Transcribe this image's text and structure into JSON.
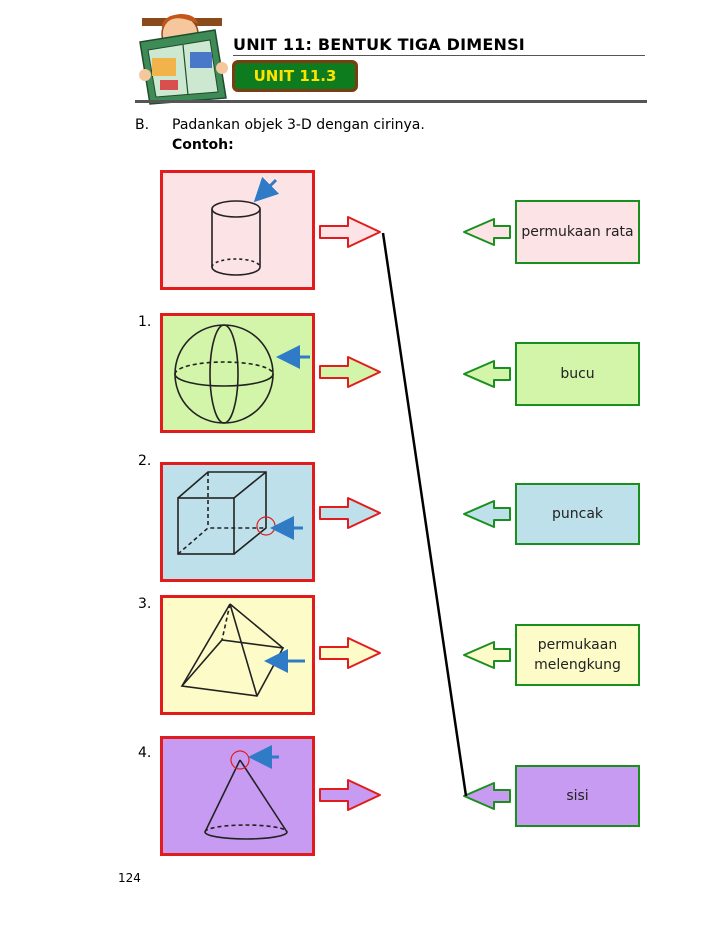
{
  "header": {
    "title": "UNIT 11: BENTUK TIGA DIMENSI",
    "unit_badge": "UNIT 11.3"
  },
  "instruction": {
    "letter": "B.",
    "text": "Padankan objek 3-D dengan cirinya.",
    "example_label": "Contoh:"
  },
  "questions": [
    {
      "number": "1.",
      "shape_icon": "sphere-icon",
      "color": "#d2f5a9"
    },
    {
      "number": "2.",
      "shape_icon": "cube-icon",
      "color": "#bde0ea"
    },
    {
      "number": "3.",
      "shape_icon": "pyramid-icon",
      "color": "#fdfcc8"
    },
    {
      "number": "4.",
      "shape_icon": "cone-icon",
      "color": "#c79bf2"
    }
  ],
  "example": {
    "shape_icon": "cylinder-icon",
    "color": "#fce3e5"
  },
  "properties": [
    {
      "label": "permukaan rata",
      "color": "#fce3e5"
    },
    {
      "label": "bucu",
      "color": "#d2f5a9"
    },
    {
      "label": "puncak",
      "color": "#bde0ea"
    },
    {
      "label": "permukaan melengkung",
      "color": "#fdfcc8"
    },
    {
      "label": "sisi",
      "color": "#c79bf2"
    }
  ],
  "page_number": "124",
  "colors": {
    "box_border": "#e21c1c",
    "prop_border": "#198f1e",
    "pointer_arrow": "#2f7bc6",
    "badge_green": "#0d7c1e",
    "badge_text": "#ffe200"
  }
}
